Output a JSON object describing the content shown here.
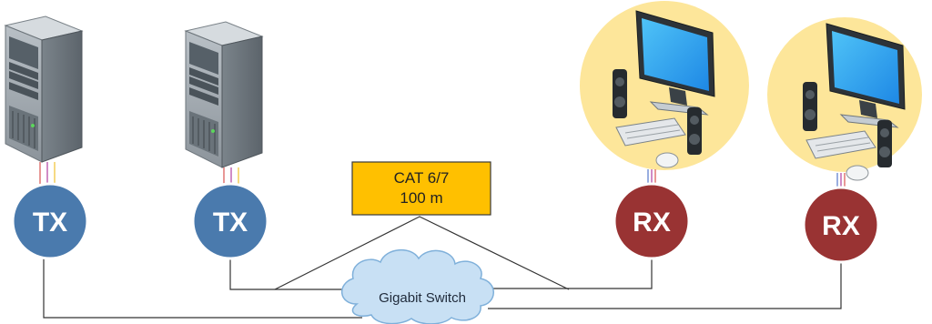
{
  "nodes": {
    "tx1": {
      "label": "TX"
    },
    "tx2": {
      "label": "TX"
    },
    "rx1": {
      "label": "RX"
    },
    "rx2": {
      "label": "RX"
    }
  },
  "cable_box": {
    "line1": "CAT 6/7",
    "line2": "100 m"
  },
  "switch": {
    "label": "Gigabit Switch"
  },
  "colors": {
    "tx_fill": "#4a7aad",
    "rx_fill": "#993333",
    "node_stroke": "#ffffff",
    "box_fill": "#ffc000",
    "box_stroke": "#3a3a3a",
    "cloud_fill": "#c8e0f4",
    "cloud_stroke": "#7fb0da",
    "workstation_bg": "#fde69a",
    "line": "#333333",
    "wire_red": "#d9534f",
    "wire_yellow": "#f0c030",
    "wire_blue": "#5577cc"
  }
}
